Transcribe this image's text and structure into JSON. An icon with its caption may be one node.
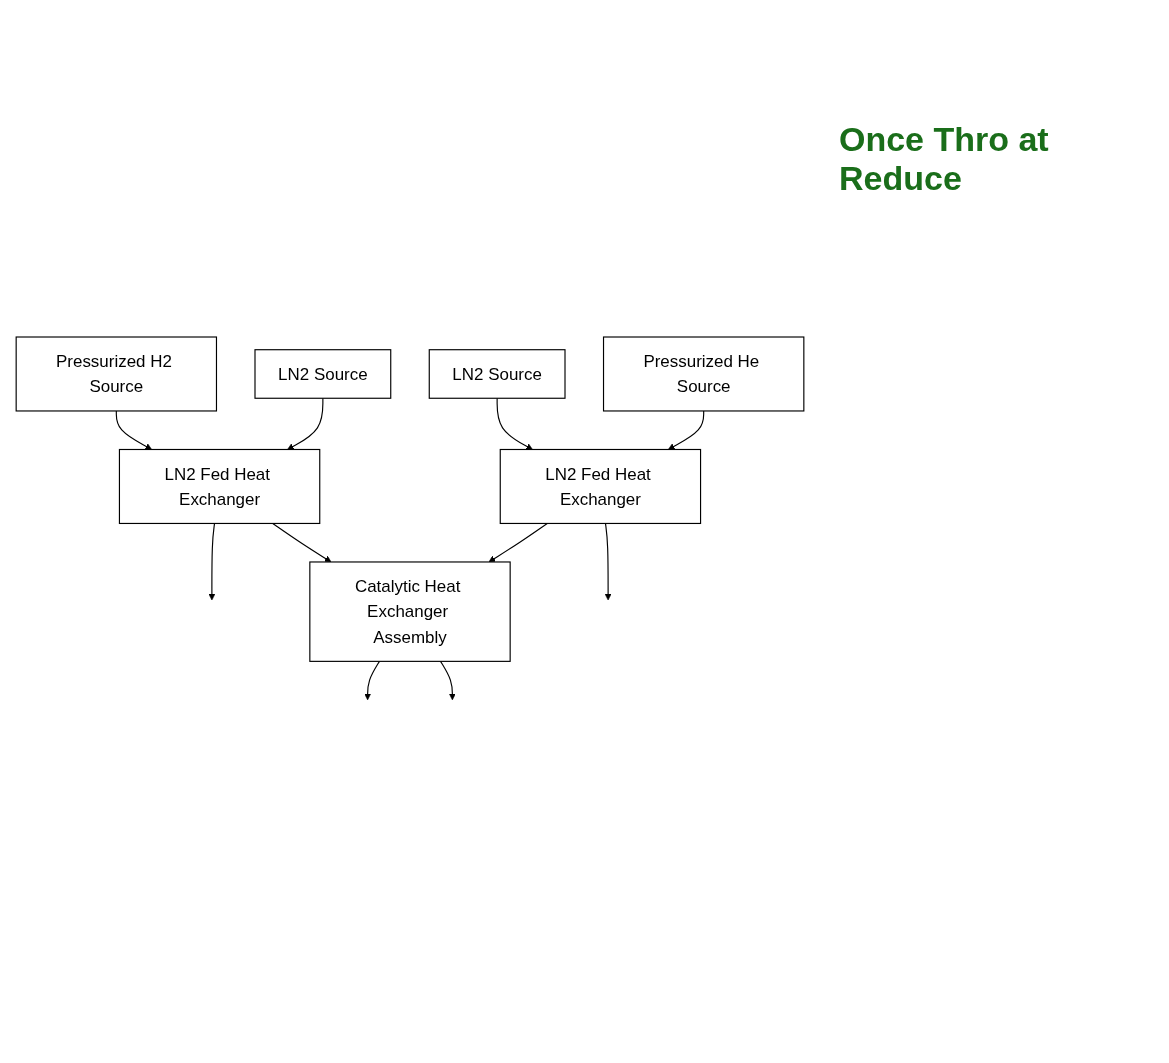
{
  "diagram": {
    "title": "Once Thro at Reduce",
    "nodes": [
      {
        "text": [
          "Pressurized H2 Source"
        ]
      },
      {
        "text": [
          "LN2 Fed Heat Exchanger"
        ]
      },
      {
        "text": [
          "LN2 Source"
        ]
      },
      {
        "text": [
          "Catalytic Heat Exchanger Assembly"
        ]
      },
      {
        "text": [
          "LN2 Source"
        ]
      },
      {
        "text": [
          "LN2 Fed Heat Exchanger"
        ]
      },
      {
        "text": [
          "Pressurized He Source"
        ]
      }
    ],
    "edges": [
      {
        "from": 0,
        "to": 1,
        "arrow": "to"
      },
      {
        "from": 1,
        "to": null,
        "arrow": "to"
      },
      {
        "from": 2,
        "to": 1,
        "arrow": "to"
      },
      {
        "from": 1,
        "to": 3,
        "arrow": "to"
      },
      {
        "from": 3,
        "to": null,
        "arrow": "to"
      },
      {
        "from": 3,
        "to": null,
        "arrow": "to"
      },
      {
        "from": 4,
        "to": 5,
        "arrow": "to"
      },
      {
        "from": 5,
        "to": 3,
        "arrow": "to"
      },
      {
        "from": 6,
        "to": 5,
        "arrow": "to"
      },
      {
        "from": 5,
        "to": null,
        "arrow": "to"
      }
    ]
  }
}
